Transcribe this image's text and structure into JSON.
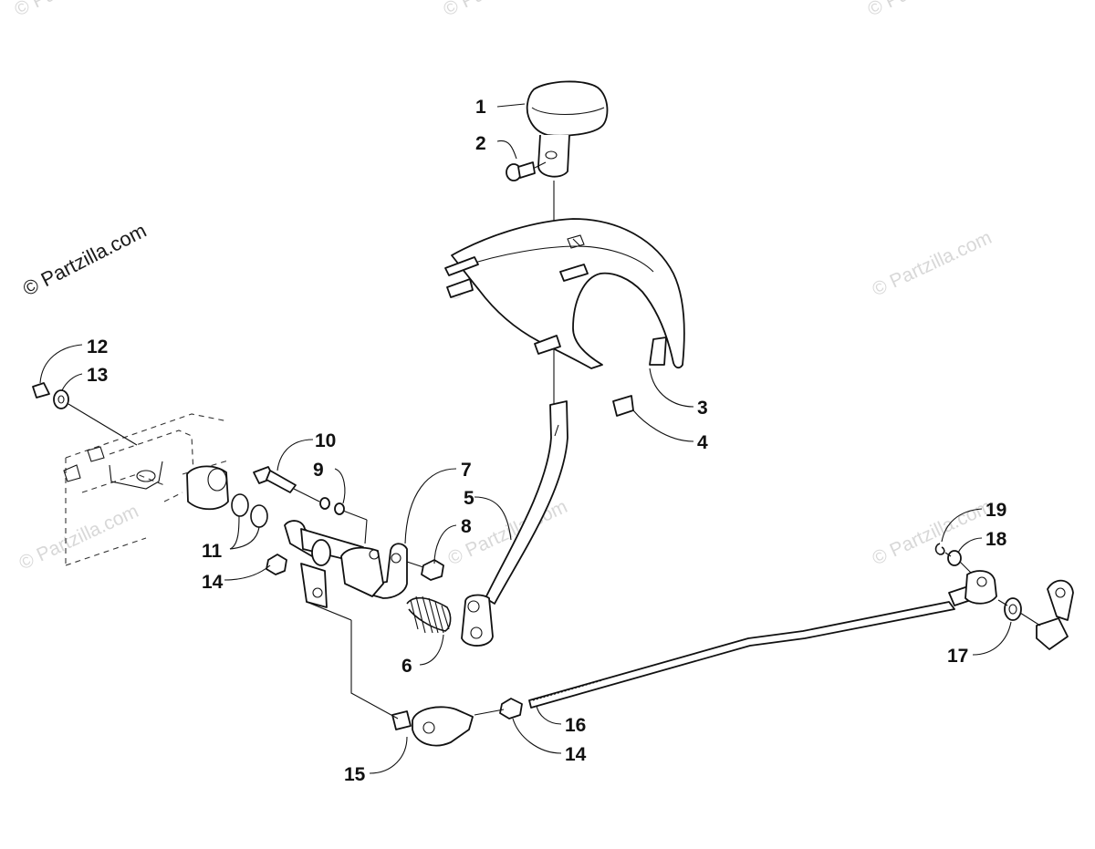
{
  "watermarks": {
    "main": "© Partzilla.com",
    "faint": "© Partzilla.com"
  },
  "callouts": [
    {
      "id": "c1",
      "text": "1"
    },
    {
      "id": "c2",
      "text": "2"
    },
    {
      "id": "c3",
      "text": "3"
    },
    {
      "id": "c4",
      "text": "4"
    },
    {
      "id": "c5",
      "text": "5"
    },
    {
      "id": "c6",
      "text": "6"
    },
    {
      "id": "c7",
      "text": "7"
    },
    {
      "id": "c8",
      "text": "8"
    },
    {
      "id": "c9",
      "text": "9"
    },
    {
      "id": "c10",
      "text": "10"
    },
    {
      "id": "c11",
      "text": "11"
    },
    {
      "id": "c12",
      "text": "12"
    },
    {
      "id": "c13",
      "text": "13"
    },
    {
      "id": "c14a",
      "text": "14"
    },
    {
      "id": "c14b",
      "text": "14"
    },
    {
      "id": "c15",
      "text": "15"
    },
    {
      "id": "c16",
      "text": "16"
    },
    {
      "id": "c17",
      "text": "17"
    },
    {
      "id": "c18",
      "text": "18"
    },
    {
      "id": "c19",
      "text": "19"
    }
  ],
  "colors": {
    "ink": "#111111",
    "watermark": "#d8d8d8",
    "background": "#ffffff"
  }
}
